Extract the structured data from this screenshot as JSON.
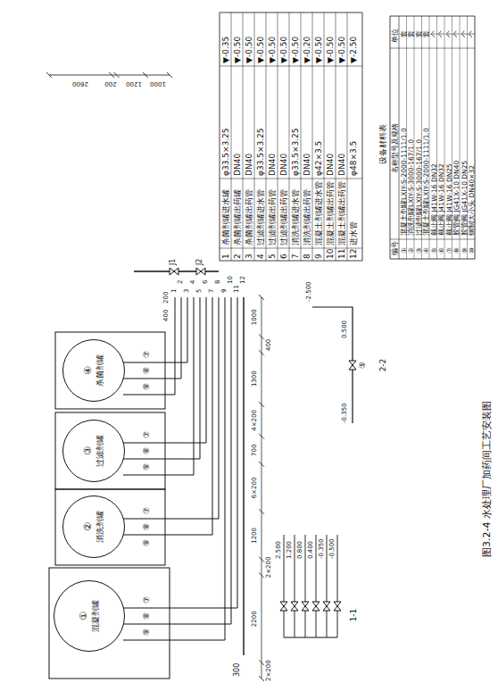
{
  "diagram": {
    "caption": "图3.2-4 水处理厂加药间工艺安装图",
    "nodes": [
      {
        "text": [
          "①",
          "混凝剂罐"
        ]
      },
      {
        "text": [
          "②",
          "消洗剂罐"
        ]
      },
      {
        "text": [
          "③",
          "过滤剂罐"
        ]
      },
      {
        "text": [
          "④",
          "杀菌剂罐"
        ]
      }
    ],
    "labels": [
      "1",
      "杀菌剂罐进水罐",
      "φ33.5×3.25",
      "▼-0.35",
      "2",
      "杀菌剂罐出药罐",
      "DN40",
      "▼-0.50",
      "3",
      "杀菌剂罐出药管",
      "DN40",
      "▼-0.50",
      "4",
      "过滤剂罐进水管",
      "φ33.5×3.25",
      "▼-0.50",
      "5",
      "过滤剂罐出药管",
      "DN40",
      "▼-0.50",
      "6",
      "过滤剂罐出药管",
      "DN40",
      "▼-0.50",
      "7",
      "消洗剂罐进水管",
      "φ33.5×3.25",
      "▼-0.50",
      "8",
      "消洗剂罐出药管",
      "DN40",
      "▼-0.20",
      "9",
      "混凝土剂罐进水管",
      "φ42×3.5",
      "▼-0.50",
      "10",
      "混凝土剂罐出药管",
      "DN40",
      "▼-0.50",
      "11",
      "混凝土剂罐出药管",
      "DN40",
      "▼-0.50",
      "12",
      "进水管",
      "φ48×3.5",
      "▼-2.50",
      "设备材料表",
      "编号",
      "名称型号及规格",
      "单位",
      "①",
      "混凝土剂罐LXIY-S-2000-1111/1.0",
      "套",
      "②",
      "消洗剂罐LXIY-S-3000-167/1.0",
      "套",
      "③",
      "过滤剂罐LXIY-S-3000-167/1.0",
      "套",
      "④",
      "混凝土剂罐LXIY-S-2000-1111/1.0",
      "套",
      "⑤",
      "截止阀 J41W-16 DN32",
      "个",
      "⑥",
      "截止阀 J41W-16 DN32",
      "个",
      "⑦",
      "截止阀 J41W-16 DN25",
      "个",
      "⑧",
      "胶管阀 JG41X-10 DN40",
      "个",
      "⑨",
      "胶管阀 JG41X-10 DN25",
      "个",
      "⑩",
      "钢制大小头 DN40×32",
      "个",
      "2×200",
      "2200",
      "2×200",
      "1200",
      "6×200",
      "700",
      "4×200",
      "1300",
      "400",
      "1000",
      "2600",
      "200",
      "1200",
      "1000",
      "300",
      "400",
      "200",
      "J1",
      "J2",
      "1",
      "2",
      "3",
      "4",
      "5",
      "6",
      "7",
      "8",
      "9",
      "10",
      "11",
      "12",
      "⑨",
      "⑧",
      "⑦",
      "⑨",
      "⑧",
      "⑦",
      "⑨",
      "⑧",
      "⑦",
      "⑨",
      "⑧",
      "⑦",
      "2.500",
      "1.200",
      "0.800",
      "0.400",
      "-0.350",
      "-0.500",
      "1-1",
      "0.500",
      "-2.500",
      "-0.350",
      "⑤",
      "2-2"
    ]
  }
}
